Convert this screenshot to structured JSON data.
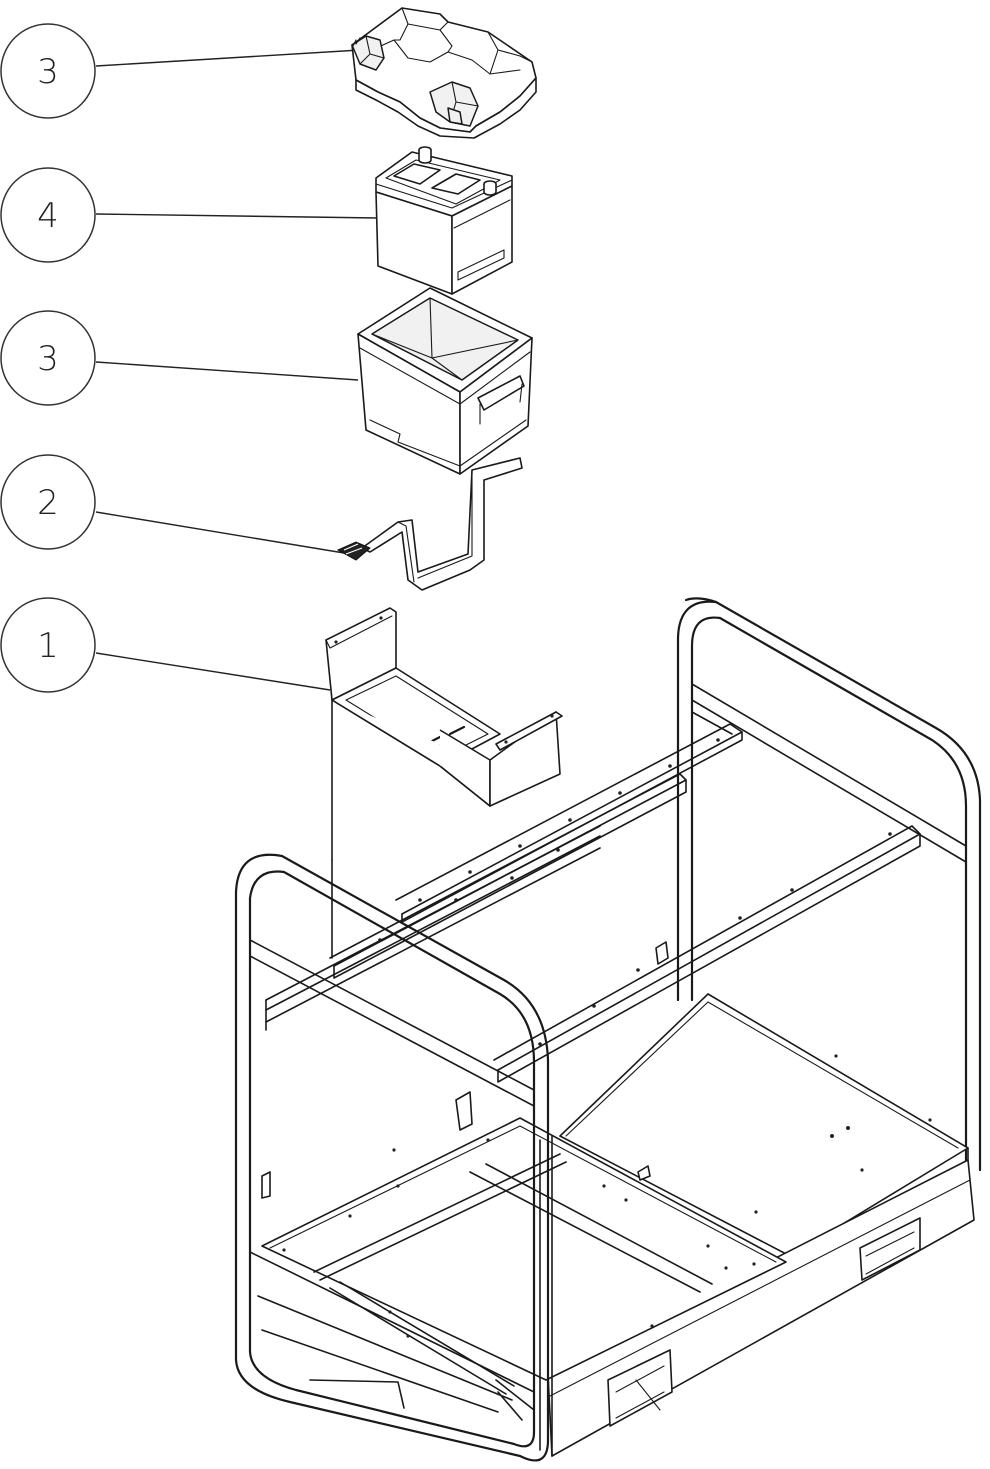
{
  "callouts": [
    {
      "id": "cover",
      "label": "3"
    },
    {
      "id": "battery",
      "label": "4"
    },
    {
      "id": "battery-box",
      "label": "3"
    },
    {
      "id": "strap",
      "label": "2"
    },
    {
      "id": "tray",
      "label": "1"
    }
  ],
  "colors": {
    "line": "#1a1a1a",
    "background": "#ffffff"
  }
}
